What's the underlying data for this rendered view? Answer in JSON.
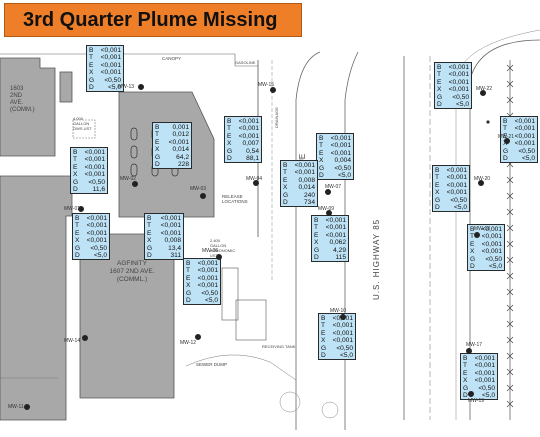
{
  "title": "3rd Quarter Plume Missing",
  "colors": {
    "title_bg": "#ee7e27",
    "box_bg": "#bfe3f6",
    "building": "#a8a8a8"
  },
  "labels": {
    "addr_1603": [
      "1603",
      "2ND",
      "AVE.",
      "(COMM.)"
    ],
    "agfinity": [
      "AGFINITY",
      "1607 2ND AVE.",
      "(COMML.)"
    ],
    "highway": "U.S. HIGHWAY 85",
    "avenue": "ENUE",
    "release": "RELEASE LOCATIONS",
    "gallon_4000": [
      "4,000",
      "GALLON",
      "OWS UST"
    ],
    "gallon_2400": [
      "2,400",
      "GALLON",
      "AGRONOMIC",
      "UST"
    ],
    "sewer": "SEWER DUMP",
    "receiving": "RECEIVING TANK",
    "canopy": "CANOPY",
    "gasoline": "GASOLINE",
    "drainage": "DRAINAGE"
  },
  "wells": [
    {
      "id": "MW-13",
      "values": [
        "<0,001",
        "<0,001",
        "<0,001",
        "<0,001",
        "<0,50",
        "<5,0"
      ]
    },
    {
      "id": "MW-03",
      "values": [
        "0,001",
        "0,012",
        "<0,001",
        "0,014",
        "64,2",
        "228"
      ]
    },
    {
      "id": "MW-02",
      "values": [
        "<0,001",
        "<0,001",
        "<0,001",
        "<0,001",
        "<0,50",
        "11,6"
      ]
    },
    {
      "id": "MW-04",
      "values": [
        "<0,001",
        "<0,001",
        "<0,001",
        "0,007",
        "0,54",
        "88,1"
      ]
    },
    {
      "id": "MW-07",
      "values": [
        "<0,001",
        "<0,001",
        "<0,001",
        "0,004",
        "<0,50",
        "<5,0"
      ]
    },
    {
      "id": "MW-08",
      "values": [
        "<0,001",
        "<0,001",
        "0,008",
        "0,014",
        "240",
        "734"
      ]
    },
    {
      "id": "MW-01",
      "values": [
        "<0,001",
        "<0,001",
        "<0,001",
        "<0,001",
        "<0,50",
        "<5,0"
      ]
    },
    {
      "id": "MW-05",
      "values": [
        "<0,001",
        "<0,001",
        "<0,001",
        "0,008",
        "13,4",
        "311"
      ]
    },
    {
      "id": "MW-09",
      "values": [
        "<0,001",
        "<0,001",
        "<0,001",
        "0,062",
        "4,29",
        "115"
      ]
    },
    {
      "id": "MW-06",
      "values": [
        "<0,001",
        "<0,001",
        "<0,001",
        "<0,001",
        "<0,50",
        "<5,0"
      ]
    },
    {
      "id": "MW-10",
      "values": [
        "<0,001",
        "<0,001",
        "<0,001",
        "<0,001",
        "<0,50",
        "<5,0"
      ]
    },
    {
      "id": "MW-22",
      "values": [
        "<0,001",
        "<0,001",
        "<0,001",
        "<0,001",
        "<0,50",
        "<5,0"
      ]
    },
    {
      "id": "MW-21",
      "values": [
        "<0,001",
        "<0,001",
        "<0,001",
        "<0,001",
        "<0,50",
        "<5,0"
      ]
    },
    {
      "id": "MW-20",
      "values": [
        "<0,001",
        "<0,001",
        "<0,001",
        "<0,001",
        "<0,50",
        "<5,0"
      ]
    },
    {
      "id": "MW-18",
      "values": [
        "<0,001",
        "<0,001",
        "<0,001",
        "<0,001",
        "<0,50",
        "<5,0"
      ]
    },
    {
      "id": "MW-17",
      "values": [
        "<0,001",
        "<0,001",
        "<0,001",
        "<0,001",
        "<0,50",
        "<5,0"
      ]
    },
    {
      "id": "MW-15",
      "values": []
    },
    {
      "id": "MW-12",
      "values": []
    },
    {
      "id": "MW-19",
      "values": []
    },
    {
      "id": "MW-14",
      "values": []
    },
    {
      "id": "MW-11",
      "values": []
    }
  ],
  "analyte_keys": [
    "B",
    "T",
    "E",
    "X",
    "G",
    "D"
  ]
}
